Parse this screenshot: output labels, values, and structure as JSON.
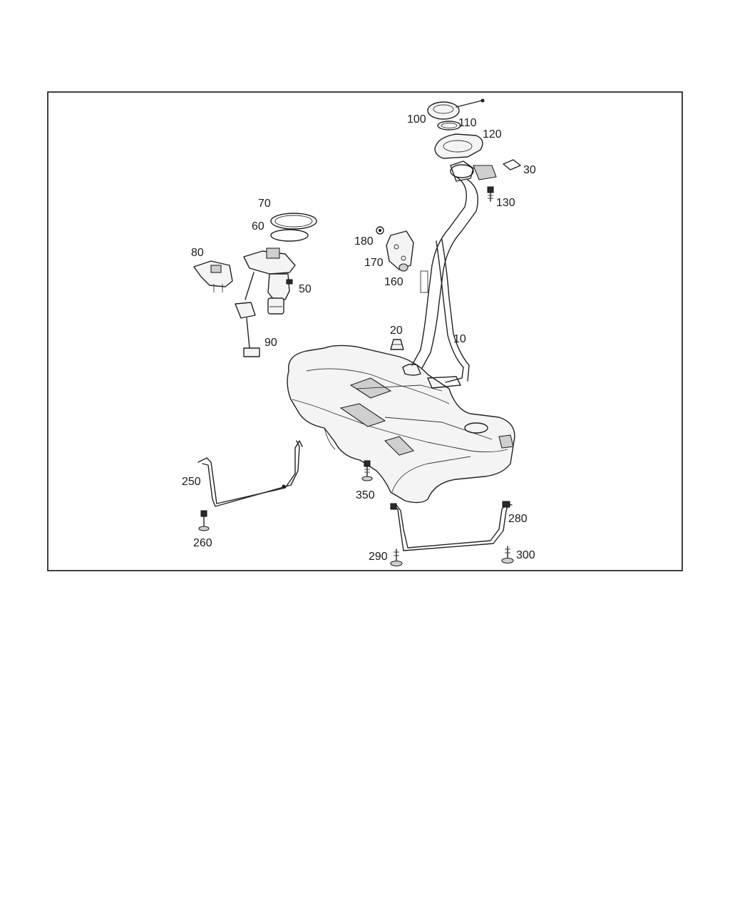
{
  "callouts": {
    "c10": "10",
    "c20": "20",
    "c30": "30",
    "c50": "50",
    "c60": "60",
    "c70": "70",
    "c80": "80",
    "c90": "90",
    "c100": "100",
    "c110": "110",
    "c120": "120",
    "c130": "130",
    "c160": "160",
    "c170": "170",
    "c180": "180",
    "c250": "250",
    "c260": "260",
    "c280": "280",
    "c290": "290",
    "c300": "300",
    "c350": "350"
  }
}
